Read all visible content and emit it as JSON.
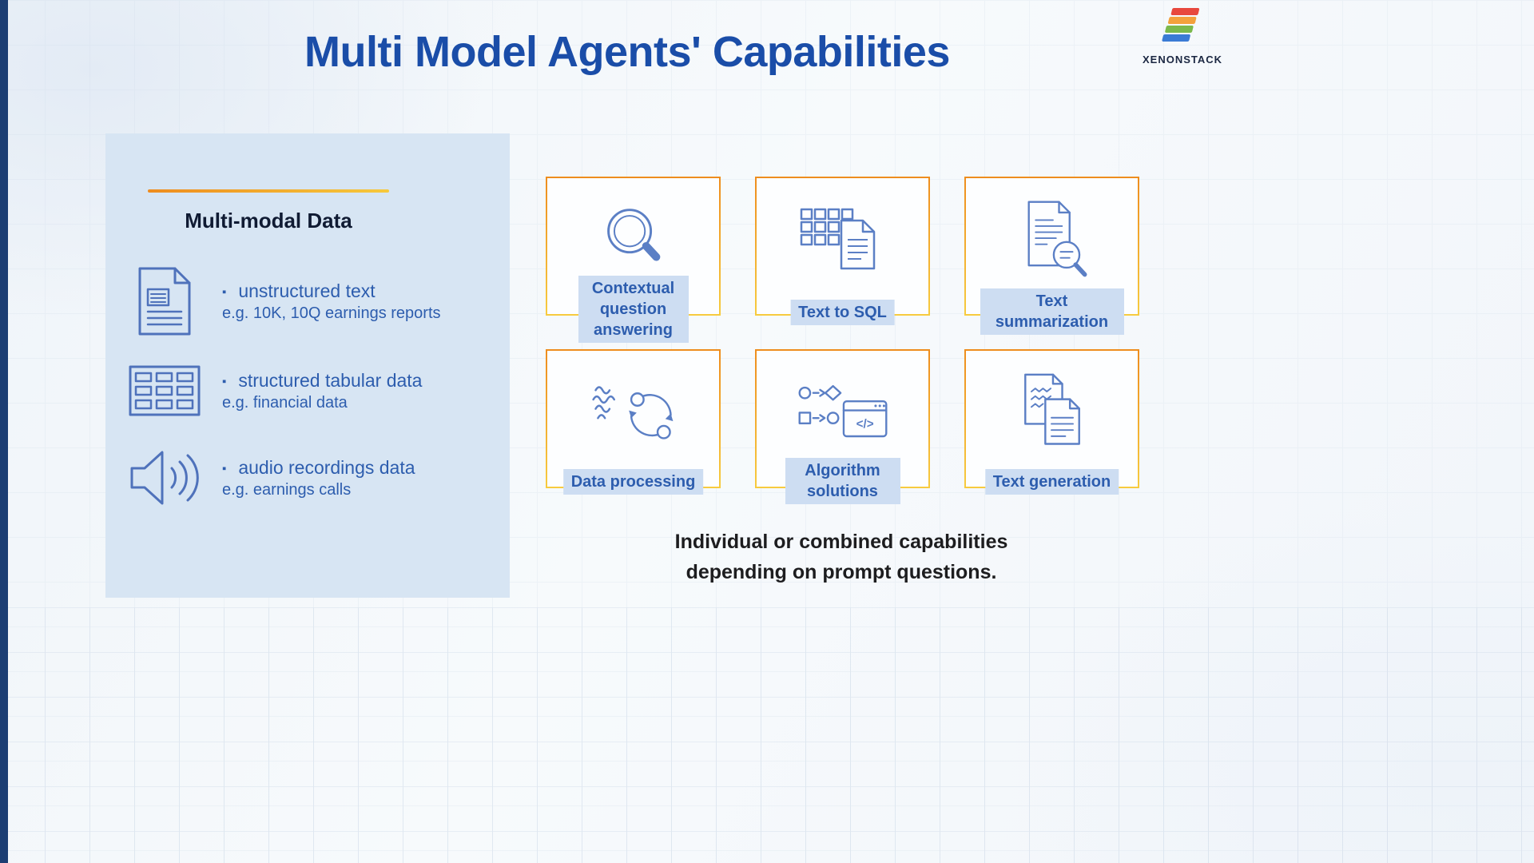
{
  "title": "Multi Model Agents' Capabilities",
  "logo": {
    "brand": "XENONSTACK",
    "icon": "stack-layers-icon"
  },
  "left_panel": {
    "heading": "Multi-modal Data",
    "items": [
      {
        "icon": "document-icon",
        "bullet": "▪",
        "label": "unstructured text",
        "example": "e.g. 10K, 10Q earnings reports"
      },
      {
        "icon": "table-icon",
        "bullet": "▪",
        "label": "structured tabular data",
        "example": "e.g. financial data"
      },
      {
        "icon": "speaker-icon",
        "bullet": "▪",
        "label": "audio recordings data",
        "example": "e.g. earnings calls"
      }
    ]
  },
  "capabilities": [
    {
      "icon": "magnifier-icon",
      "label": "Contextual question answering"
    },
    {
      "icon": "table-document-icon",
      "label": "Text to SQL"
    },
    {
      "icon": "document-magnifier-icon",
      "label": "Text summarization"
    },
    {
      "icon": "cycle-arrows-icon",
      "label": "Data processing"
    },
    {
      "icon": "flowchart-code-icon",
      "label": "Algorithm solutions"
    },
    {
      "icon": "documents-icon",
      "label": "Text generation"
    }
  ],
  "caption": {
    "line1": "Individual or combined capabilities",
    "line2": "depending on prompt questions."
  },
  "colors": {
    "title_blue": "#1a4da8",
    "panel_bg": "#d7e5f3",
    "accent_orange": "#ee8c1e",
    "accent_yellow": "#f6c93c",
    "icon_stroke": "#5b7fc5",
    "label_bg": "#cdddf2",
    "text_blue": "#2d5dae",
    "left_bar_navy": "#1c3e73"
  }
}
